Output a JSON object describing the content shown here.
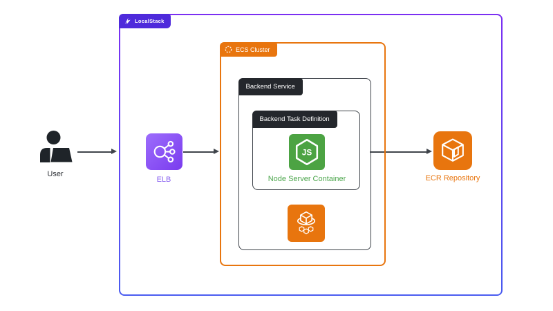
{
  "localstack": {
    "label": "LocalStack"
  },
  "ecs_cluster": {
    "label": "ECS Cluster"
  },
  "backend_service": {
    "label": "Backend Service"
  },
  "task_definition": {
    "label": "Backend Task Definition"
  },
  "user": {
    "label": "User"
  },
  "elb": {
    "label": "ELB"
  },
  "node_container": {
    "label": "Node Server Container"
  },
  "ecr": {
    "label": "ECR Repository"
  },
  "colors": {
    "orange": "#E8750E",
    "border_gradient_top": "#7B2FF2",
    "border_gradient_bottom": "#4A5CF0",
    "localstack_badge": "#4E2ADB",
    "dark_badge": "#24272C",
    "node_green": "#4CA343",
    "elb_purple_gradient": "#9D6DFC-#7A3BEE",
    "elb_label": "#8A63F0",
    "arrow": "#3F444A"
  }
}
